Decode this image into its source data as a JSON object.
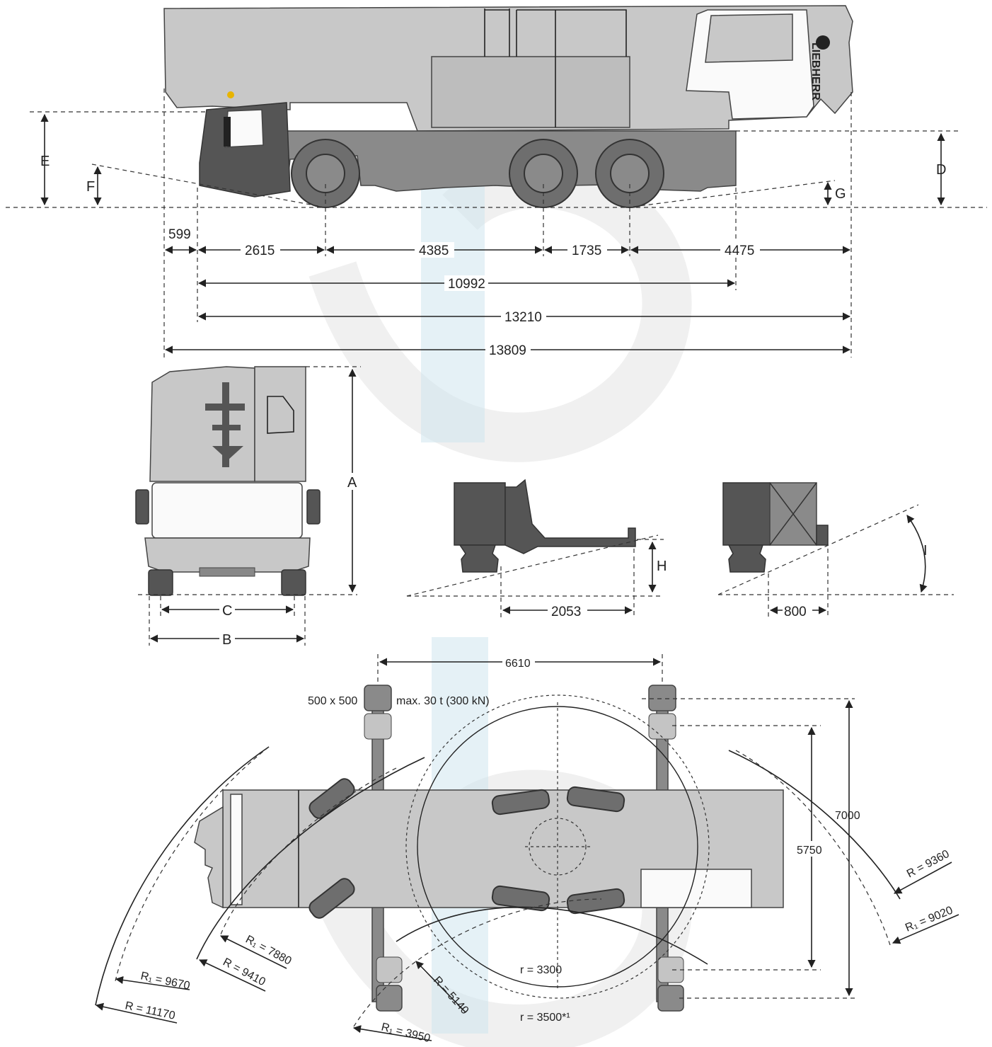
{
  "brand": {
    "logo_text": "LIEBHERR"
  },
  "side_view": {
    "dimensions": [
      "599",
      "2615",
      "4385",
      "1735",
      "4475",
      "10992",
      "13210",
      "13809"
    ],
    "letters": {
      "E": "E",
      "F": "F",
      "D": "D",
      "G": "G"
    }
  },
  "front_view": {
    "letters": {
      "A": "A",
      "B": "B",
      "C": "C"
    }
  },
  "angle_views": {
    "front_overhang": "2053",
    "rear_overhang": "800",
    "letters": {
      "H": "H",
      "I": "I"
    }
  },
  "top_view": {
    "outrigger_spread_length": "6610",
    "pad_size": "500 x 500",
    "pad_load": "max. 30 t (300 kN)",
    "outrigger_width_full": "7000",
    "outrigger_width_partial": "5750",
    "radii": {
      "r_9360": "R = 9360",
      "r1_9020": "R₁ = 9020",
      "r1_7880": "R₁ = 7880",
      "r_9410": "R = 9410",
      "r1_9670": "R₁ = 9670",
      "r_11170": "R = 11170",
      "r_5140": "R = 5140",
      "r1_3950": "R₁ = 3950",
      "r_3300": "r = 3300",
      "r_3500": "r = 3500*¹"
    }
  },
  "colors": {
    "body": "#c8c8c8",
    "cab": "#555555",
    "watermark": "#cfe6ef"
  }
}
